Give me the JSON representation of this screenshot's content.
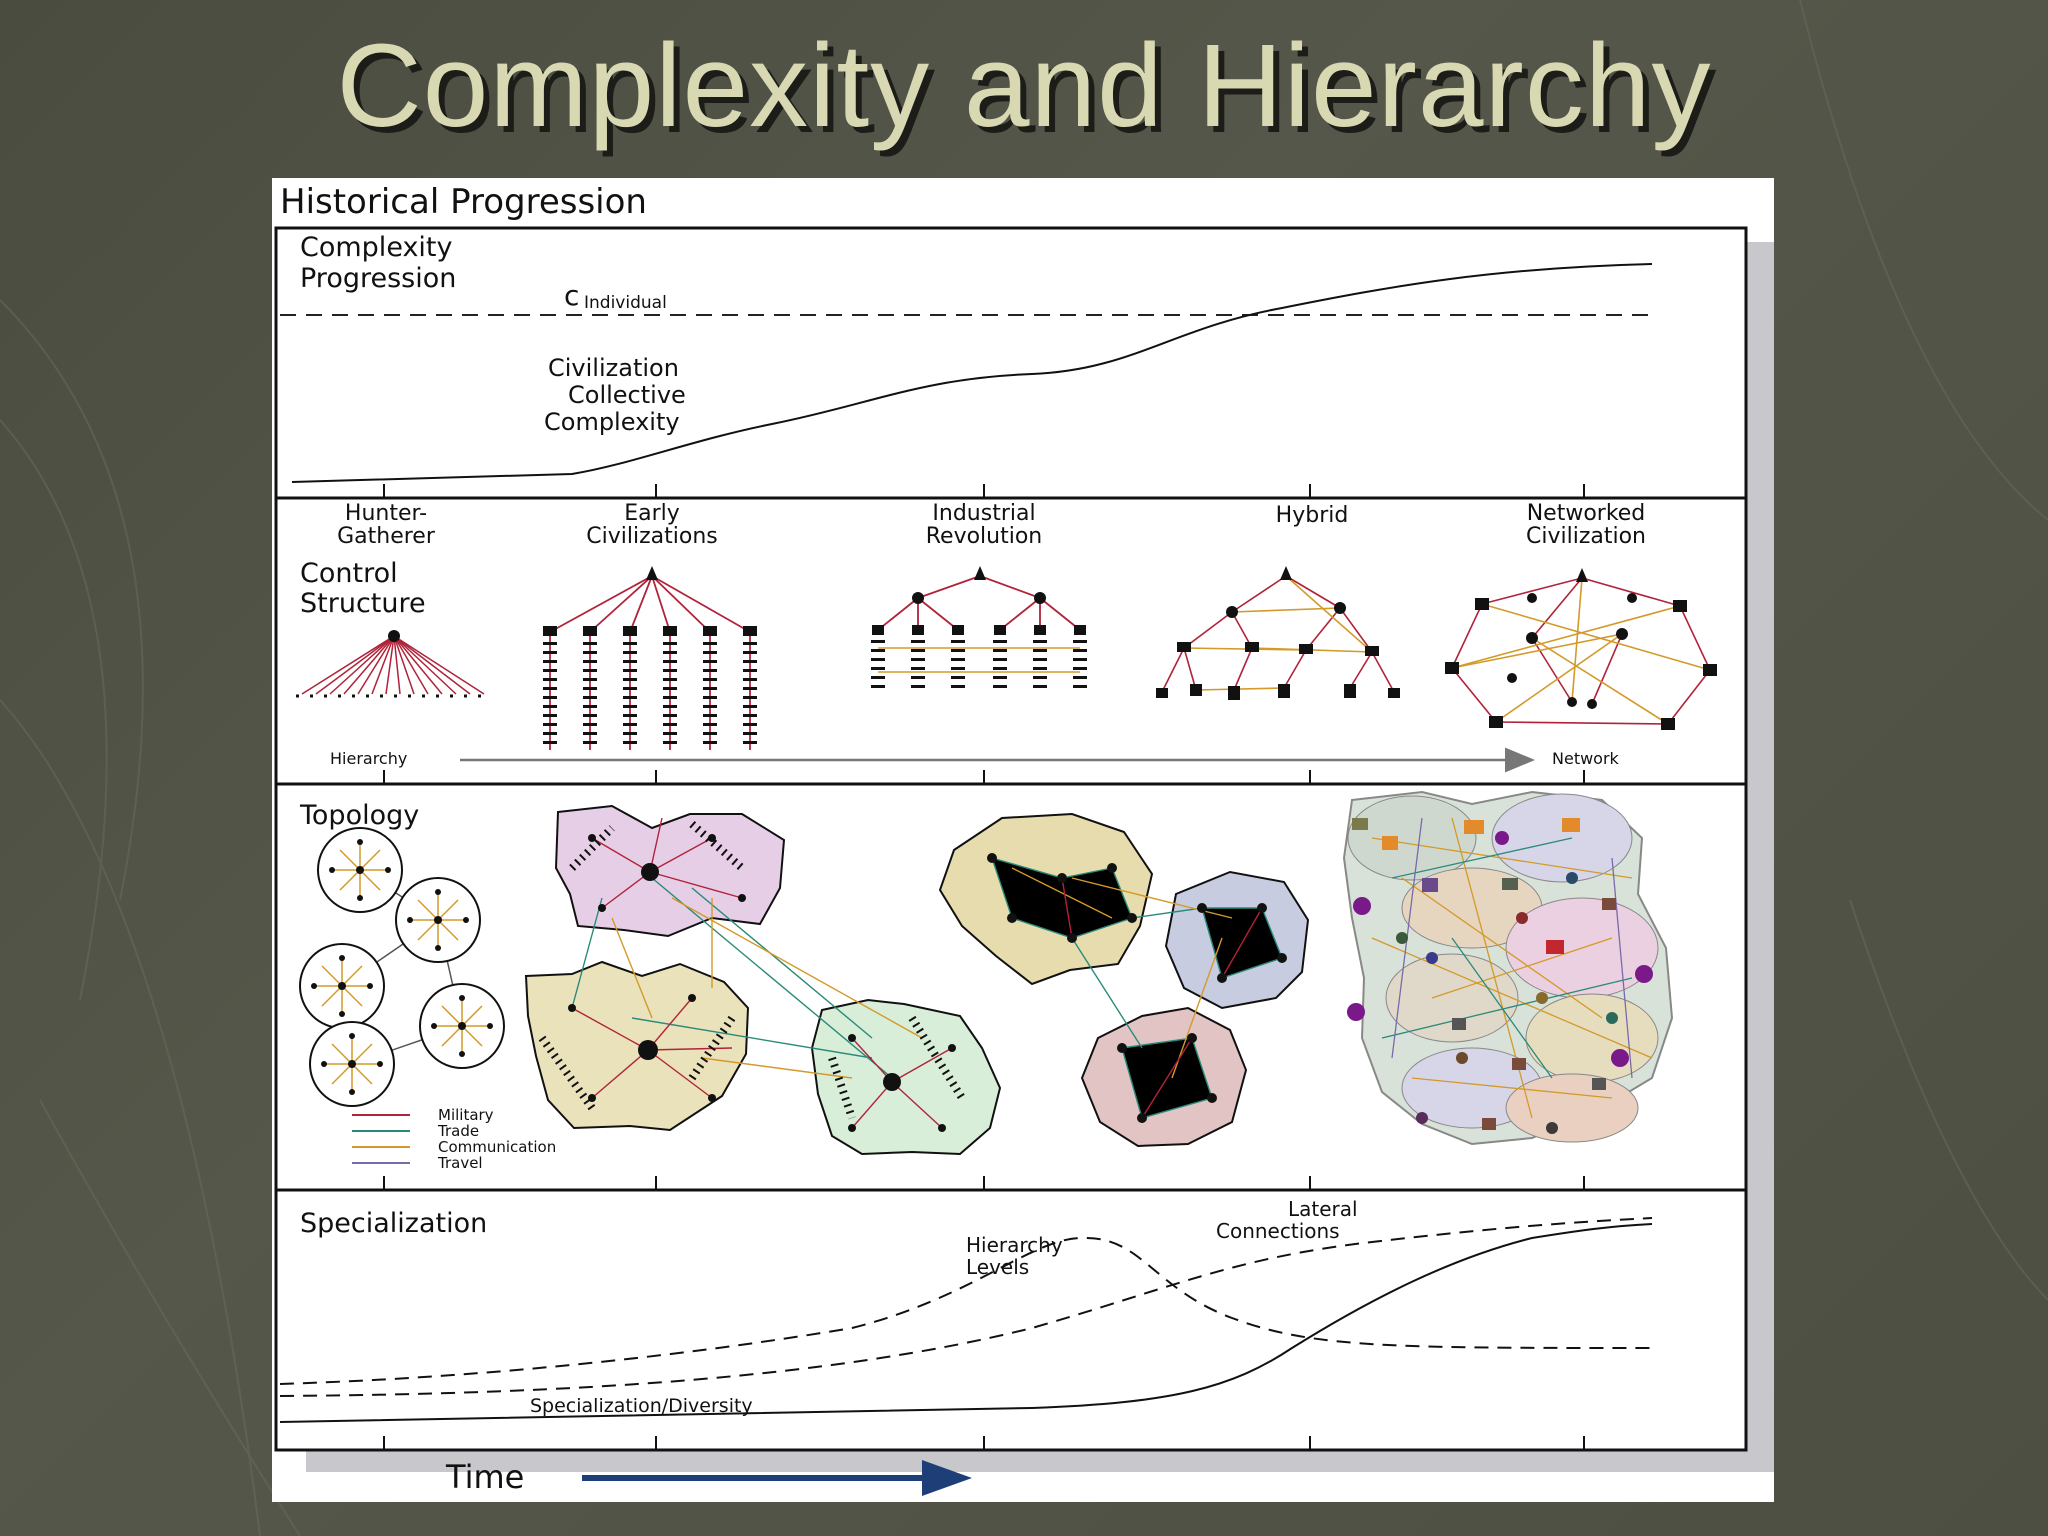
{
  "slide": {
    "title": "Complexity and Hierarchy"
  },
  "figure": {
    "title": "Historical Progression",
    "panels": {
      "complexity": {
        "label_line1": "Complexity",
        "label_line2": "Progression",
        "c_symbol": "c",
        "c_subscript": "Individual",
        "curve_label": [
          "Civilization",
          "Collective",
          "Complexity"
        ]
      },
      "control": {
        "label_line1": "Control",
        "label_line2": "Structure",
        "stages": [
          {
            "line1": "Hunter-",
            "line2": "Gatherer"
          },
          {
            "line1": "Early",
            "line2": "Civilizations"
          },
          {
            "line1": "Industrial",
            "line2": "Revolution"
          },
          {
            "line1": "Hybrid",
            "line2": ""
          },
          {
            "line1": "Networked",
            "line2": "Civilization"
          }
        ],
        "arrow_left": "Hierarchy",
        "arrow_right": "Network"
      },
      "topology": {
        "label": "Topology",
        "legend": [
          {
            "name": "Military",
            "color": "#b0233a"
          },
          {
            "name": "Trade",
            "color": "#2a8a7a"
          },
          {
            "name": "Communication",
            "color": "#d39a2a"
          },
          {
            "name": "Travel",
            "color": "#7a6aa8"
          }
        ]
      },
      "specialization": {
        "label": "Specialization",
        "hierarchy_levels": [
          "Hierarchy",
          "Levels"
        ],
        "lateral_connections": [
          "Lateral",
          "Connections"
        ],
        "diversity": "Specialization/Diversity"
      }
    },
    "time_label": "Time"
  },
  "colors": {
    "title": "#d8d8b2",
    "arrow": "#1e3e78",
    "military": "#b0233a",
    "communication": "#d39a2a"
  }
}
